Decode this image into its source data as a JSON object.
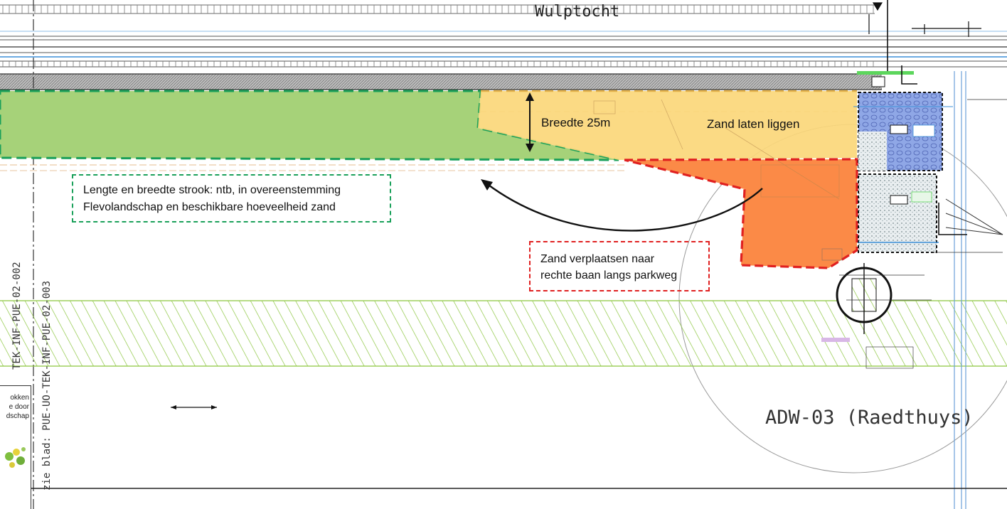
{
  "drawing": {
    "road_name": "Wulptocht",
    "structure_label": "ADW-03 (Raedthuys)",
    "sheet_ref_1": "zie blad: PUE-UO-TEK-INF-PUE-02-003",
    "sheet_ref_2": "TEK-INF-PUE-02-002"
  },
  "annotations": {
    "width_label": "Breedte 25m",
    "sand_stays": "Zand laten liggen",
    "strip_note_line1": "Lengte en breedte strook: ntb, in overeenstemming",
    "strip_note_line2": "Flevolandschap en beschikbare hoeveelheid zand",
    "move_note_line1": "Zand verplaatsen naar",
    "move_note_line2": "rechte baan langs parkweg"
  },
  "legend_fragment": {
    "line1": "okken",
    "line2": "e door",
    "line3": "dschap"
  },
  "colors": {
    "green_zone": "#a6d279",
    "green_border": "#1aa05a",
    "yellow_zone": "#fbd77a",
    "orange_zone": "#fb8a47",
    "red_border": "#e02020",
    "hatch": "#8cc63f",
    "blue_structure": "#8fa7e6"
  }
}
